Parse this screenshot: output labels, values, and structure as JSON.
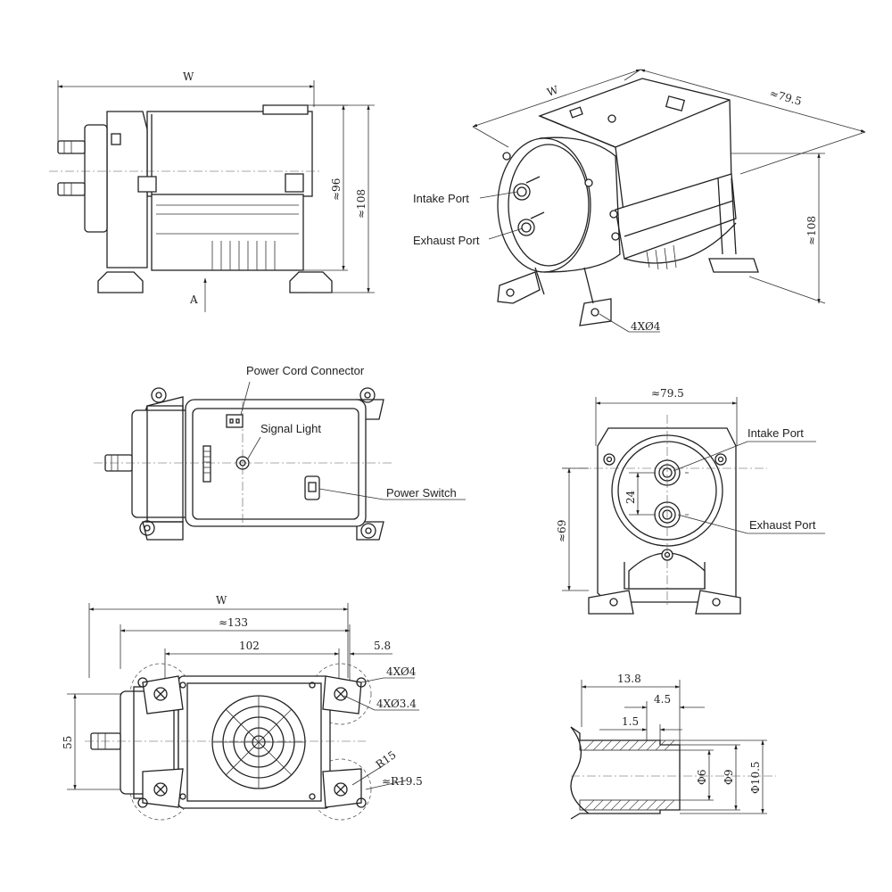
{
  "views": {
    "side": {
      "dim_w": "W",
      "dim_96": "≈96",
      "dim_108": "≈108",
      "view_arrow": "A"
    },
    "iso": {
      "dim_w": "W",
      "dim_795": "≈79.5",
      "dim_108": "≈108",
      "holes": "4XØ4",
      "intake_label": "Intake Port",
      "exhaust_label": "Exhaust Port"
    },
    "top": {
      "power_cord_label": "Power Cord Connector",
      "signal_light_label": "Signal Light",
      "power_switch_label": "Power Switch"
    },
    "front": {
      "dim_795": "≈79.5",
      "dim_69": "≈69",
      "dim_24": "24",
      "intake_label": "Intake Port",
      "exhaust_label": "Exhaust Port"
    },
    "bottom": {
      "dim_w": "W",
      "dim_133": "≈133",
      "dim_102": "102",
      "dim_58": "5.8",
      "dim_55": "55",
      "holes_4": "4XØ4",
      "holes_34": "4XØ3.4",
      "r15": "R15",
      "r195": "≈R19.5"
    },
    "nozzle": {
      "dim_138": "13.8",
      "dim_45": "4.5",
      "dim_15": "1.5",
      "dim_6": "Φ6",
      "dim_9": "Φ9",
      "dim_105": "Φ10.5"
    }
  }
}
